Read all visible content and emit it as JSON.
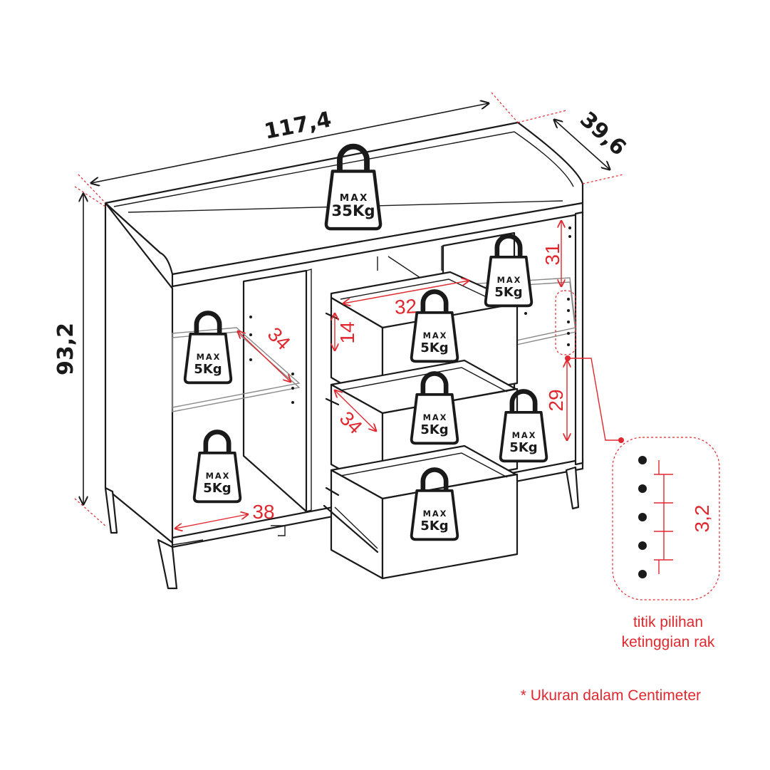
{
  "dimensions": {
    "width": "117,4",
    "depth": "39,6",
    "height": "93,2"
  },
  "inner_dimensions": {
    "top_shelf_height": "31",
    "lower_shelf_height": "29",
    "left_shelf_depth": "34",
    "drawer_width": "32",
    "drawer_height": "14",
    "drawer_depth": "34",
    "bottom_width": "38",
    "hole_spacing": "3,2"
  },
  "weights": {
    "max_label": "MAX",
    "top_load": "35Kg",
    "shelf_load": "5Kg"
  },
  "callout_caption": {
    "line1": "titik pilihan",
    "line2": "ketinggian rak"
  },
  "footnote": "* Ukuran dalam Centimeter",
  "colors": {
    "accent_red": "#e0282e",
    "outline": "#1a1a1a"
  }
}
